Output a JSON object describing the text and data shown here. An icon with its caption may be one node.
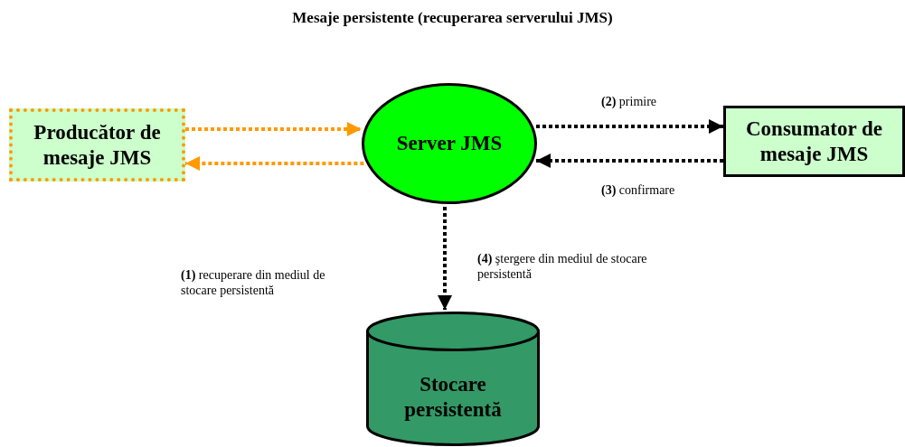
{
  "diagram": {
    "title": "Mesaje persistente (recuperarea serverului JMS)",
    "nodes": [
      {
        "text": [
          "Producător de mesaje JMS"
        ]
      },
      {
        "text": [
          "Server JMS"
        ]
      },
      {
        "text": [
          "Consumator de mesaje JMS"
        ]
      },
      {
        "text": [
          "Stocare persistentă"
        ]
      }
    ],
    "edges": [
      {
        "from": 0,
        "to": 1,
        "arrow": "to",
        "style": "dashed",
        "color": "#ff9900"
      },
      {
        "from": 1,
        "to": 0,
        "arrow": "to",
        "style": "dashed",
        "color": "#ff9900"
      },
      {
        "from": 1,
        "to": 2,
        "arrow": "to",
        "style": "dashed",
        "label": "**(2)** primire"
      },
      {
        "from": 2,
        "to": 1,
        "arrow": "to",
        "style": "dashed",
        "label": "**(3)** confirmare"
      },
      {
        "from": 1,
        "to": 3,
        "arrow": "to",
        "style": "dashed",
        "label": "**(4)** ştergere din mediul de stocare persistentă"
      }
    ],
    "labels": [
      "**(1)** recuperare din mediul de stocare persistentă"
    ]
  }
}
